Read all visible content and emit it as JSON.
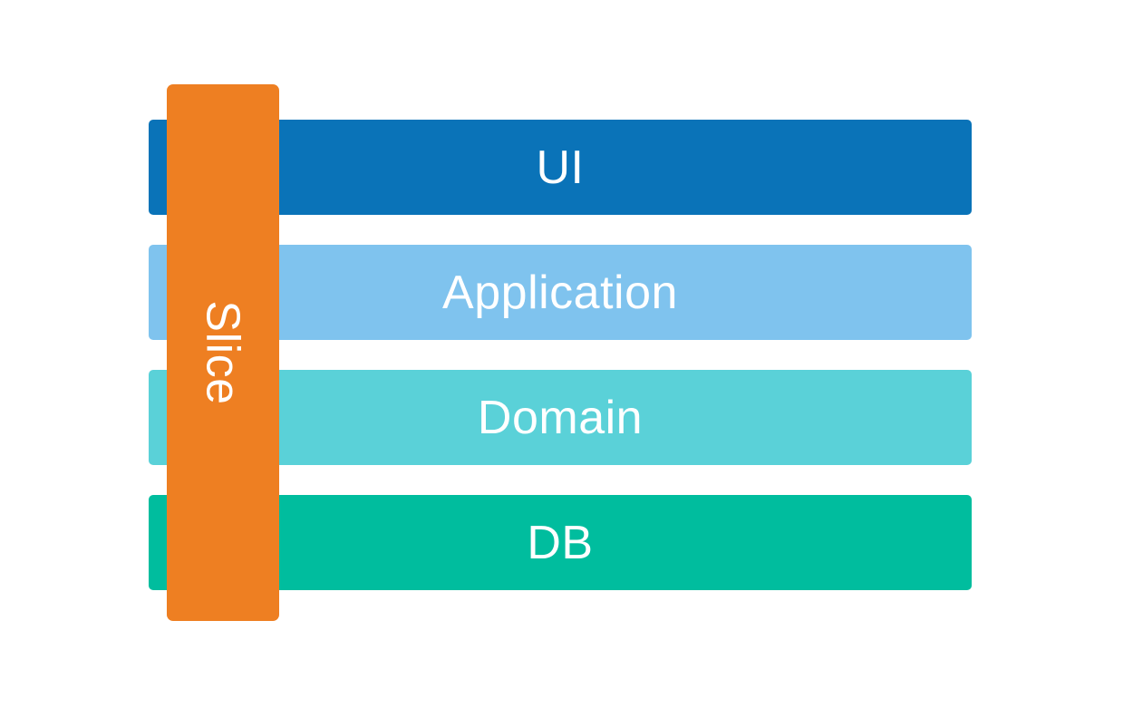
{
  "diagram": {
    "kind": "layered-architecture-with-vertical-slice",
    "background_color": "#ffffff",
    "text_color": "#ffffff"
  },
  "layers": [
    {
      "label": "UI",
      "color": "#0a73b8"
    },
    {
      "label": "Application",
      "color": "#7fc3ee"
    },
    {
      "label": "Domain",
      "color": "#5ad1d8"
    },
    {
      "label": "DB",
      "color": "#00bd9e"
    }
  ],
  "slice": {
    "label": "Slice",
    "color": "#ee7f22",
    "text_rotation_deg": 90
  }
}
